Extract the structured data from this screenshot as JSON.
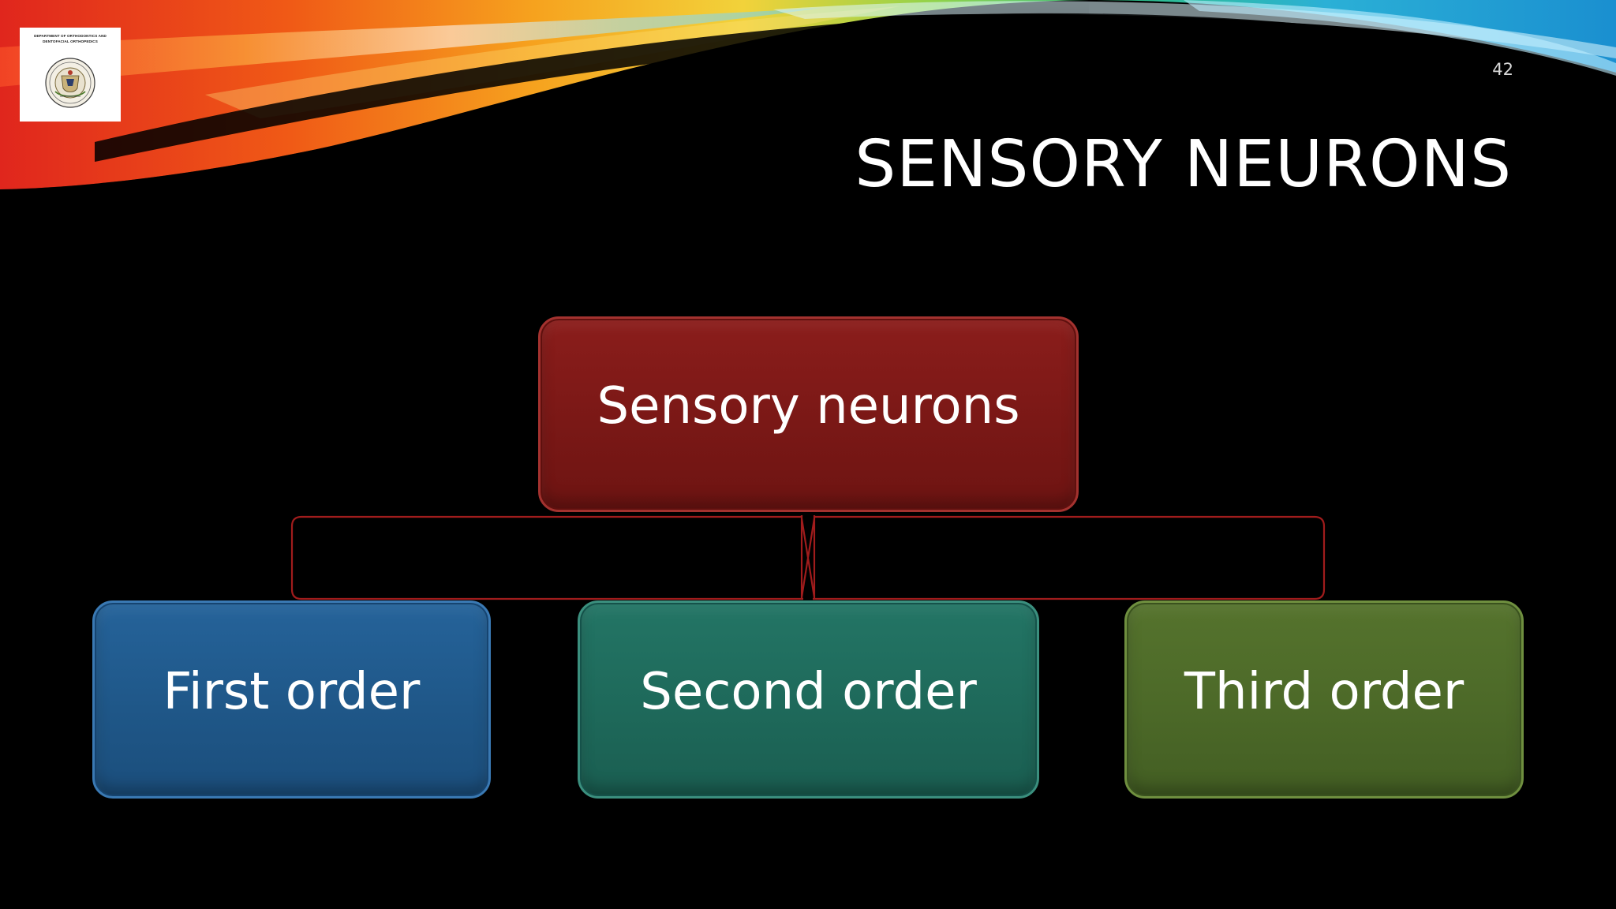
{
  "slide": {
    "page_number": "42",
    "title": "SENSORY NEURONS"
  },
  "logo": {
    "line1": "DEPARTMENT OF ORTHODONTICS AND",
    "line2": "DENTOFACIAL ORTHOPEDICS"
  },
  "diagram": {
    "root_label": "Sensory neurons",
    "children": [
      {
        "label": "First order"
      },
      {
        "label": "Second order"
      },
      {
        "label": "Third order"
      }
    ]
  },
  "colors": {
    "background": "#000000",
    "root": "#7a1816",
    "first": "#1f5788",
    "second": "#1e695a",
    "third": "#4c6928",
    "connector": "#a01c1c"
  },
  "icons": {
    "logo_seal": "university-seal-icon"
  }
}
